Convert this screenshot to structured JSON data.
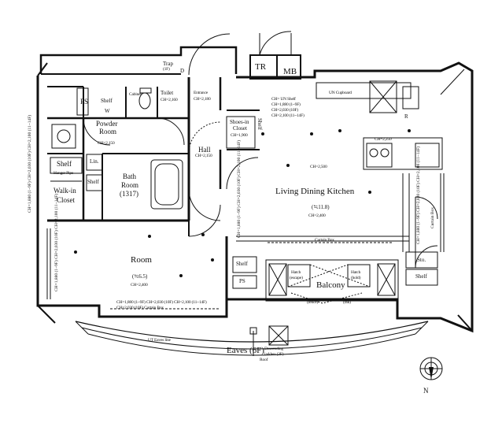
{
  "labels": {
    "trap": "Trap",
    "trap_floor": "(1F)",
    "tr": "TR",
    "mb": "MB",
    "d_mark": "D",
    "ps_top": "PS",
    "shelf_top": "Shelf",
    "w_mark": "W",
    "cabinet": "Cabinet",
    "toilet": "Toilet",
    "toilet_ch": "CH=2,160",
    "entrance": "Entrance",
    "entrance_ch": "CH=2,180",
    "un_cupboard": "UN Cupboard",
    "ch_un_shelf": "CH= UN Shelf",
    "ch_left_1": "CH=1,880 (1~9F)",
    "ch_left_2": "CH=2,030 (10F)",
    "ch_left_3": "CH=2,100 (11~14F)",
    "powder_room_1": "Powder",
    "powder_room_2": "Room",
    "powder_ch": "CH=2,150",
    "shoes_in_closet_1": "Shoes-in",
    "shoes_in_closet_2": "Closet",
    "shoes_ch": "CH=1,900",
    "shelf_shoes": "Shelf",
    "hall": "Hall",
    "hall_ch": "CH=2,150",
    "kitchen_ch": "CH=2,250",
    "r_mark": "R",
    "shelf_left": "Shelf",
    "hanger_pipe": "Hanger Pipe",
    "lin": "Lin.",
    "shelf_mid": "Shelf",
    "walk_in_closet_1": "Walk-in",
    "walk_in_closet_2": "Closet",
    "bath_room_1": "Bath",
    "bath_room_2": "Room",
    "bath_size": "(1317)",
    "ldk_title": "Living Dining Kitchen",
    "ldk_size": "(≒11.8)",
    "ldk_ch": "CH=2,400",
    "ldk_ch2": "CH=2,500",
    "left_ch_vert": "CH=1,880 (1~9F) CH=2,030 (10F) CH=2,100 (11~14F)",
    "mid_ch_vert": "CH=1,880 (1~9F) CH=2,030 (10F) CH=2,100 (11~14F)",
    "right_ch_vert": "CH=1,880 (1~9F) CH=2,030 (10F) CH=2,100 (11~14F)",
    "room_left_vert": "CH=1,880 (1~9F) CH=2,030 (10F) CH=2,100 (11~14F)",
    "curtain_box_top": "Curtain Box",
    "curtain_box_right": "Curtain Box",
    "room": "Room",
    "room_size": "(≒6.5)",
    "room_ch": "CH=2,400",
    "room_bottom_ch1": "CH=1,880 (1~9F) CH=2,030 (10F) CH=2,100 (11~14F)",
    "room_bottom_ch2": "CH=2,030 (10F) Curtain Box",
    "ut_eaves": "UT Eaves line",
    "shelf_ps": "Shelf",
    "ps_bottom": "PS",
    "hatch_1": "Hatch",
    "hatch_1b": "(escape)",
    "hatch_2": "Hatch",
    "hatch_2b": "(hold)",
    "balcony": "Balcony",
    "fence": "(fence)",
    "rail": "(rail)",
    "sto": "Sto.",
    "shelf_right": "Shelf",
    "eaves": "Eaves (6F)",
    "descending_1": "Descending",
    "descending_2": "ladders (2F)",
    "roof": "Roof",
    "compass_n": "N"
  }
}
